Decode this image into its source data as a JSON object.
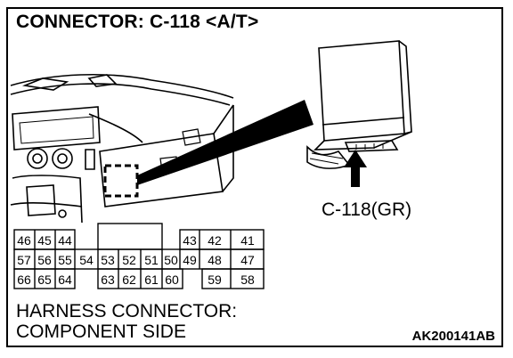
{
  "title": "CONNECTOR: C-118 <A/T>",
  "connector_label": "C-118(GR)",
  "caption_line1": "HARNESS CONNECTOR:",
  "caption_line2": "COMPONENT SIDE",
  "figure_code": "AK200141AB",
  "pins": {
    "r1": [
      "46",
      "45",
      "44",
      "43",
      "42",
      "41"
    ],
    "r2": [
      "57",
      "56",
      "55",
      "54",
      "53",
      "52",
      "51",
      "50",
      "49",
      "48",
      "47"
    ],
    "r3": [
      "66",
      "65",
      "64",
      "63",
      "62",
      "61",
      "60",
      "59",
      "58"
    ]
  }
}
